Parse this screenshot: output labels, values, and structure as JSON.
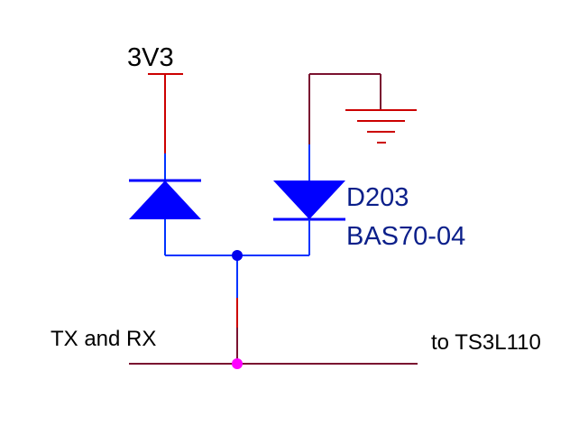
{
  "labels": {
    "power_net": "3V3",
    "designator": "D203",
    "part_number": "BAS70-04",
    "left_net": "TX and RX",
    "right_net": "to TS3L110"
  },
  "colors": {
    "power_wire": "#cc0000",
    "schematic_wire": "#0033ff",
    "diode_body": "#0000ff",
    "net_wire": "#7a1230",
    "ground_symbol": "#cc0000",
    "junction": "#0000ee",
    "net_junction": "#ff00ff",
    "label_text": "#000000",
    "component_text": "#0b1f8a"
  }
}
